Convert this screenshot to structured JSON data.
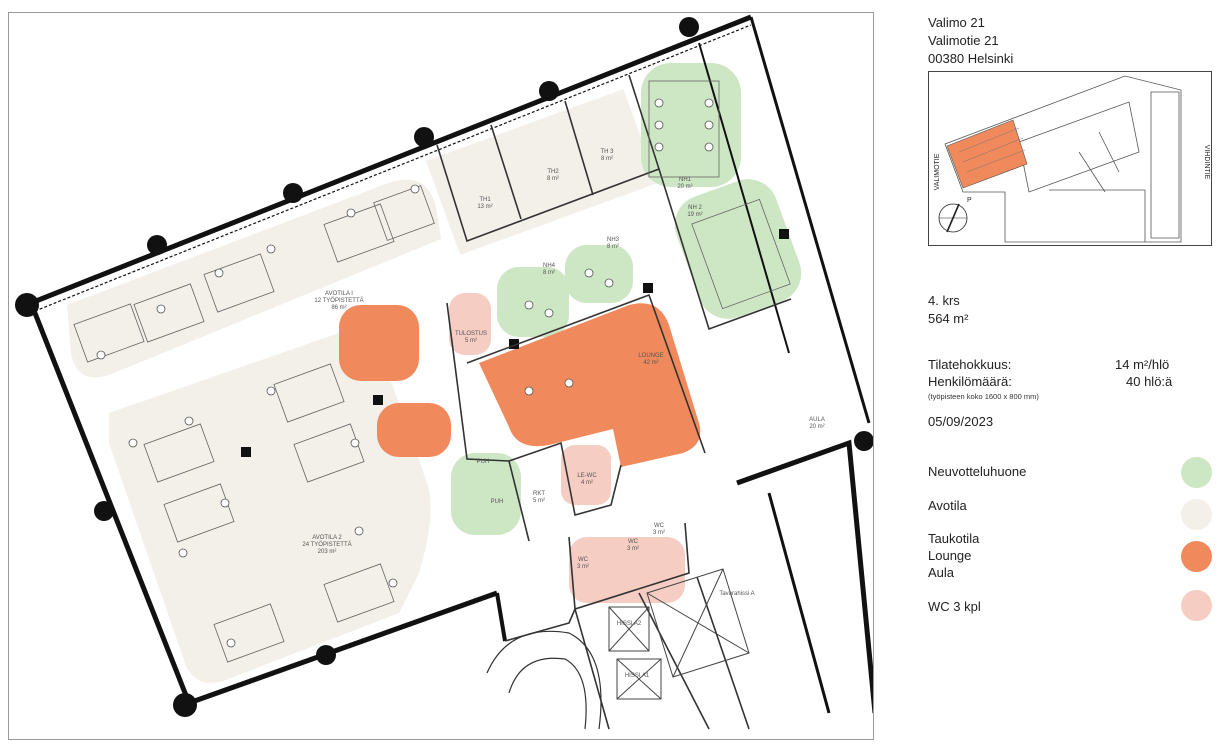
{
  "header": {
    "address_line1": "Valimo 21",
    "address_line2": "Valimotie 21",
    "address_line3": "00380 Helsinki"
  },
  "keyplan": {
    "street_left": "VALIMOTIE",
    "street_right": "VIHDINTIE",
    "compass_label": "P",
    "highlight_color": "#f08a5d"
  },
  "summary": {
    "floor": "4. krs",
    "area": "564 m²",
    "density_label": "Tilatehokkuus:",
    "density_value": "14 m²/hlö",
    "people_label": "Henkilömäärä:",
    "people_value": "40 hlö:ä",
    "people_note": "(työpisteen koko 1600 x 800 mm)",
    "date": "05/09/2023"
  },
  "legend": [
    {
      "label": "Neuvotteluhuone",
      "color": "#cde6c4"
    },
    {
      "label": "Avotila",
      "color": "#f3efe9"
    },
    {
      "label": "Taukotila\nLounge\nAula",
      "color": "#f08a5d"
    },
    {
      "label": "WC 3 kpl",
      "color": "#f6cdc3"
    }
  ],
  "rooms": {
    "avotila1": {
      "name": "AVOTILA I",
      "desc": "12 TYÖPISTETTÄ",
      "area": "86 m²"
    },
    "avotila2": {
      "name": "AVOTILA 2",
      "desc": "24 TYÖPISTETTÄ",
      "area": "203 m²"
    },
    "th1": {
      "name": "TH1",
      "area": "13 m²"
    },
    "th2": {
      "name": "TH2",
      "area": "8 m²"
    },
    "th3": {
      "name": "TH 3",
      "area": "8 m²"
    },
    "nh1": {
      "name": "NH1",
      "area": "20 m²"
    },
    "nh2": {
      "name": "NH 2",
      "area": "19 m²"
    },
    "nh3": {
      "name": "NH3",
      "area": "8 m²"
    },
    "nh4": {
      "name": "NH4",
      "area": "8 m²"
    },
    "tulostus": {
      "name": "TULOSTUS",
      "area": "5 m²"
    },
    "lounge": {
      "name": "LOUNGE",
      "area": "42 m²"
    },
    "aula": {
      "name": "AULA",
      "area": "20 m²"
    },
    "le_wc": {
      "name": "LE-WC",
      "area": "4 m²"
    },
    "rkt": {
      "name": "RKT",
      "area": "5 m²"
    },
    "puh1": {
      "name": "PUH"
    },
    "puh2": {
      "name": "PUH"
    },
    "wc1": {
      "name": "WC",
      "area": "3 m²"
    },
    "wc2": {
      "name": "WC",
      "area": "3 m²"
    },
    "wc3": {
      "name": "WC",
      "area": "3 m²"
    },
    "hissi_a1": {
      "name": "HISSI A1"
    },
    "hissi_a2": {
      "name": "HISSI A2"
    },
    "tavarahissi": {
      "name": "Tavarahissi A"
    }
  }
}
